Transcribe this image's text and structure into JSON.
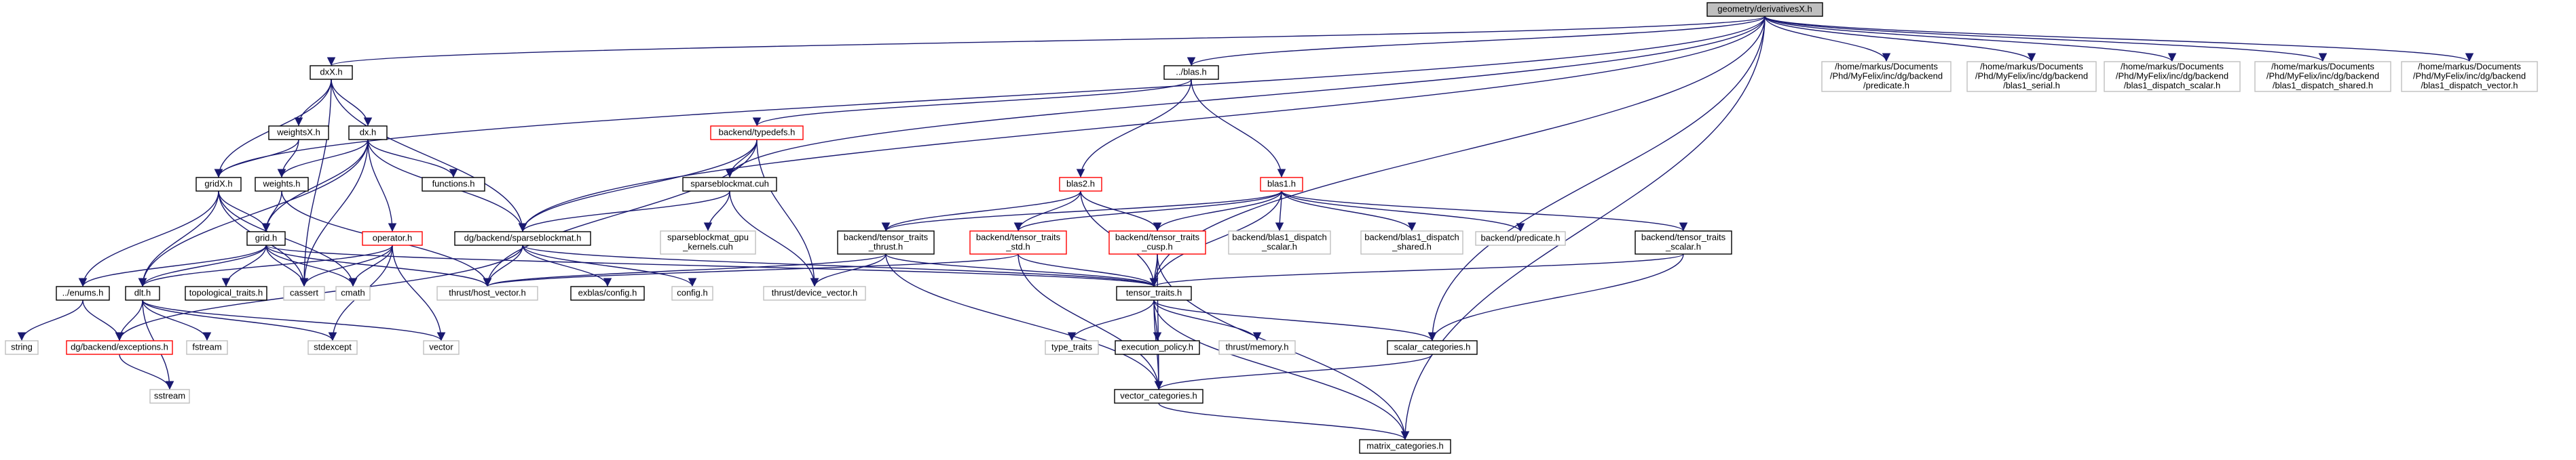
{
  "colors": {
    "edge": "#191970",
    "box_black": "#000000",
    "box_red": "#ff0000",
    "box_gray": "#bfbfbf",
    "root_fill": "#bfbfbf",
    "fill": "#ffffff"
  },
  "nodes": [
    {
      "id": "root",
      "label": [
        "geometry/derivativesX.h"
      ],
      "style": "root"
    },
    {
      "id": "dxX",
      "label": [
        "dxX.h"
      ],
      "style": "black"
    },
    {
      "id": "blas",
      "label": [
        "../blas.h"
      ],
      "style": "black"
    },
    {
      "id": "p_predicate",
      "label": [
        "/home/markus/Documents",
        "/Phd/MyFelix/inc/dg/backend",
        "/predicate.h"
      ],
      "style": "gray"
    },
    {
      "id": "p_serial",
      "label": [
        "/home/markus/Documents",
        "/Phd/MyFelix/inc/dg/backend",
        "/blas1_serial.h"
      ],
      "style": "gray"
    },
    {
      "id": "p_scalar",
      "label": [
        "/home/markus/Documents",
        "/Phd/MyFelix/inc/dg/backend",
        "/blas1_dispatch_scalar.h"
      ],
      "style": "gray"
    },
    {
      "id": "p_shared",
      "label": [
        "/home/markus/Documents",
        "/Phd/MyFelix/inc/dg/backend",
        "/blas1_dispatch_shared.h"
      ],
      "style": "gray"
    },
    {
      "id": "p_vector",
      "label": [
        "/home/markus/Documents",
        "/Phd/MyFelix/inc/dg/backend",
        "/blas1_dispatch_vector.h"
      ],
      "style": "gray"
    },
    {
      "id": "weightsX",
      "label": [
        "weightsX.h"
      ],
      "style": "black"
    },
    {
      "id": "dx",
      "label": [
        "dx.h"
      ],
      "style": "black"
    },
    {
      "id": "typedefs",
      "label": [
        "backend/typedefs.h"
      ],
      "style": "red"
    },
    {
      "id": "gridX",
      "label": [
        "gridX.h"
      ],
      "style": "black"
    },
    {
      "id": "weights",
      "label": [
        "weights.h"
      ],
      "style": "black"
    },
    {
      "id": "functions",
      "label": [
        "functions.h"
      ],
      "style": "black"
    },
    {
      "id": "sparseblockmat_cuh",
      "label": [
        "sparseblockmat.cuh"
      ],
      "style": "black"
    },
    {
      "id": "blas2",
      "label": [
        "blas2.h"
      ],
      "style": "red"
    },
    {
      "id": "blas1",
      "label": [
        "blas1.h"
      ],
      "style": "red"
    },
    {
      "id": "grid",
      "label": [
        "grid.h"
      ],
      "style": "black"
    },
    {
      "id": "operator",
      "label": [
        "operator.h"
      ],
      "style": "red"
    },
    {
      "id": "dgsparse",
      "label": [
        "dg/backend/sparseblockmat.h"
      ],
      "style": "black"
    },
    {
      "id": "gpu_kernels",
      "label": [
        "sparseblockmat_gpu",
        "_kernels.cuh"
      ],
      "style": "gray"
    },
    {
      "id": "tt_thrust",
      "label": [
        "backend/tensor_traits",
        "_thrust.h"
      ],
      "style": "black"
    },
    {
      "id": "tt_std",
      "label": [
        "backend/tensor_traits",
        "_std.h"
      ],
      "style": "red"
    },
    {
      "id": "tt_cusp",
      "label": [
        "backend/tensor_traits",
        "_cusp.h"
      ],
      "style": "red"
    },
    {
      "id": "b1d_scalar",
      "label": [
        "backend/blas1_dispatch",
        "_scalar.h"
      ],
      "style": "gray"
    },
    {
      "id": "b1d_shared",
      "label": [
        "backend/blas1_dispatch",
        "_shared.h"
      ],
      "style": "gray"
    },
    {
      "id": "b_predicate",
      "label": [
        "backend/predicate.h"
      ],
      "style": "gray"
    },
    {
      "id": "tt_scalar",
      "label": [
        "backend/tensor_traits",
        "_scalar.h"
      ],
      "style": "black"
    },
    {
      "id": "enums",
      "label": [
        "../enums.h"
      ],
      "style": "black"
    },
    {
      "id": "dlt",
      "label": [
        "dlt.h"
      ],
      "style": "black"
    },
    {
      "id": "topo",
      "label": [
        "topological_traits.h"
      ],
      "style": "black"
    },
    {
      "id": "cassert",
      "label": [
        "cassert"
      ],
      "style": "gray"
    },
    {
      "id": "cmath",
      "label": [
        "cmath"
      ],
      "style": "gray"
    },
    {
      "id": "host_vector",
      "label": [
        "thrust/host_vector.h"
      ],
      "style": "gray"
    },
    {
      "id": "exblas",
      "label": [
        "exblas/config.h"
      ],
      "style": "black"
    },
    {
      "id": "config",
      "label": [
        "config.h"
      ],
      "style": "gray"
    },
    {
      "id": "device_vector",
      "label": [
        "thrust/device_vector.h"
      ],
      "style": "gray"
    },
    {
      "id": "tensor_traits",
      "label": [
        "tensor_traits.h"
      ],
      "style": "black"
    },
    {
      "id": "string",
      "label": [
        "string"
      ],
      "style": "gray"
    },
    {
      "id": "exceptions",
      "label": [
        "dg/backend/exceptions.h"
      ],
      "style": "red"
    },
    {
      "id": "fstream",
      "label": [
        "fstream"
      ],
      "style": "gray"
    },
    {
      "id": "stdexcept",
      "label": [
        "stdexcept"
      ],
      "style": "gray"
    },
    {
      "id": "vector",
      "label": [
        "vector"
      ],
      "style": "gray"
    },
    {
      "id": "type_traits",
      "label": [
        "type_traits"
      ],
      "style": "gray"
    },
    {
      "id": "execution_policy",
      "label": [
        "execution_policy.h"
      ],
      "style": "black"
    },
    {
      "id": "thrust_memory",
      "label": [
        "thrust/memory.h"
      ],
      "style": "gray"
    },
    {
      "id": "scalar_categories",
      "label": [
        "scalar_categories.h"
      ],
      "style": "black"
    },
    {
      "id": "sstream",
      "label": [
        "sstream"
      ],
      "style": "gray"
    },
    {
      "id": "vector_categories",
      "label": [
        "vector_categories.h"
      ],
      "style": "black"
    },
    {
      "id": "matrix_categories",
      "label": [
        "matrix_categories.h"
      ],
      "style": "black"
    }
  ],
  "edges": [
    [
      "root",
      "dxX"
    ],
    [
      "root",
      "blas"
    ],
    [
      "root",
      "p_predicate"
    ],
    [
      "root",
      "p_serial"
    ],
    [
      "root",
      "p_scalar"
    ],
    [
      "root",
      "p_shared"
    ],
    [
      "root",
      "p_vector"
    ],
    [
      "root",
      "gridX"
    ],
    [
      "root",
      "dgsparse"
    ],
    [
      "root",
      "sparseblockmat_cuh"
    ],
    [
      "root",
      "tensor_traits"
    ],
    [
      "root",
      "scalar_categories"
    ],
    [
      "root",
      "matrix_categories"
    ],
    [
      "dxX",
      "weightsX"
    ],
    [
      "dxX",
      "dx"
    ],
    [
      "dxX",
      "gridX"
    ],
    [
      "dxX",
      "dgsparse"
    ],
    [
      "dxX",
      "cassert"
    ],
    [
      "weightsX",
      "gridX"
    ],
    [
      "weightsX",
      "weights"
    ],
    [
      "dx",
      "grid"
    ],
    [
      "dx",
      "weights"
    ],
    [
      "dx",
      "functions"
    ],
    [
      "dx",
      "operator"
    ],
    [
      "dx",
      "dgsparse"
    ],
    [
      "dx",
      "cassert"
    ],
    [
      "dx",
      "dlt"
    ],
    [
      "blas",
      "typedefs"
    ],
    [
      "blas",
      "blas2"
    ],
    [
      "blas",
      "blas1"
    ],
    [
      "typedefs",
      "sparseblockmat_cuh"
    ],
    [
      "typedefs",
      "dgsparse"
    ],
    [
      "typedefs",
      "host_vector"
    ],
    [
      "typedefs",
      "device_vector"
    ],
    [
      "sparseblockmat_cuh",
      "gpu_kernels"
    ],
    [
      "sparseblockmat_cuh",
      "device_vector"
    ],
    [
      "sparseblockmat_cuh",
      "dgsparse"
    ],
    [
      "gridX",
      "grid"
    ],
    [
      "gridX",
      "enums"
    ],
    [
      "gridX",
      "cassert"
    ],
    [
      "gridX",
      "cmath"
    ],
    [
      "gridX",
      "dlt"
    ],
    [
      "weights",
      "grid"
    ],
    [
      "weights",
      "host_vector"
    ],
    [
      "grid",
      "dlt"
    ],
    [
      "grid",
      "enums"
    ],
    [
      "grid",
      "topo"
    ],
    [
      "grid",
      "cassert"
    ],
    [
      "grid",
      "cmath"
    ],
    [
      "grid",
      "host_vector"
    ],
    [
      "grid",
      "tensor_traits"
    ],
    [
      "operator",
      "dlt"
    ],
    [
      "operator",
      "cmath"
    ],
    [
      "operator",
      "cassert"
    ],
    [
      "operator",
      "vector"
    ],
    [
      "operator",
      "stdexcept"
    ],
    [
      "dgsparse",
      "host_vector"
    ],
    [
      "dgsparse",
      "exblas"
    ],
    [
      "dgsparse",
      "config"
    ],
    [
      "dgsparse",
      "exceptions"
    ],
    [
      "dgsparse",
      "tensor_traits"
    ],
    [
      "blas2",
      "tt_thrust"
    ],
    [
      "blas2",
      "tt_std"
    ],
    [
      "blas2",
      "tt_cusp"
    ],
    [
      "blas2",
      "tensor_traits"
    ],
    [
      "blas1",
      "tt_thrust"
    ],
    [
      "blas1",
      "tt_std"
    ],
    [
      "blas1",
      "tt_cusp"
    ],
    [
      "blas1",
      "b1d_scalar"
    ],
    [
      "blas1",
      "b1d_shared"
    ],
    [
      "blas1",
      "b_predicate"
    ],
    [
      "blas1",
      "tt_scalar"
    ],
    [
      "blas1",
      "tensor_traits"
    ],
    [
      "tt_thrust",
      "host_vector"
    ],
    [
      "tt_thrust",
      "device_vector"
    ],
    [
      "tt_thrust",
      "tensor_traits"
    ],
    [
      "tt_thrust",
      "vector_categories"
    ],
    [
      "tt_std",
      "host_vector"
    ],
    [
      "tt_std",
      "tensor_traits"
    ],
    [
      "tt_std",
      "vector_categories"
    ],
    [
      "tt_cusp",
      "tensor_traits"
    ],
    [
      "tt_cusp",
      "vector_categories"
    ],
    [
      "tt_cusp",
      "matrix_categories"
    ],
    [
      "tt_scalar",
      "tensor_traits"
    ],
    [
      "tt_scalar",
      "scalar_categories"
    ],
    [
      "enums",
      "string"
    ],
    [
      "enums",
      "exceptions"
    ],
    [
      "dlt",
      "exceptions"
    ],
    [
      "dlt",
      "fstream"
    ],
    [
      "dlt",
      "stdexcept"
    ],
    [
      "dlt",
      "vector"
    ],
    [
      "dlt",
      "sstream"
    ],
    [
      "exceptions",
      "sstream"
    ],
    [
      "tensor_traits",
      "type_traits"
    ],
    [
      "tensor_traits",
      "execution_policy"
    ],
    [
      "tensor_traits",
      "thrust_memory"
    ],
    [
      "tensor_traits",
      "scalar_categories"
    ],
    [
      "tensor_traits",
      "vector_categories"
    ],
    [
      "tensor_traits",
      "matrix_categories"
    ],
    [
      "scalar_categories",
      "vector_categories"
    ],
    [
      "vector_categories",
      "matrix_categories"
    ]
  ]
}
